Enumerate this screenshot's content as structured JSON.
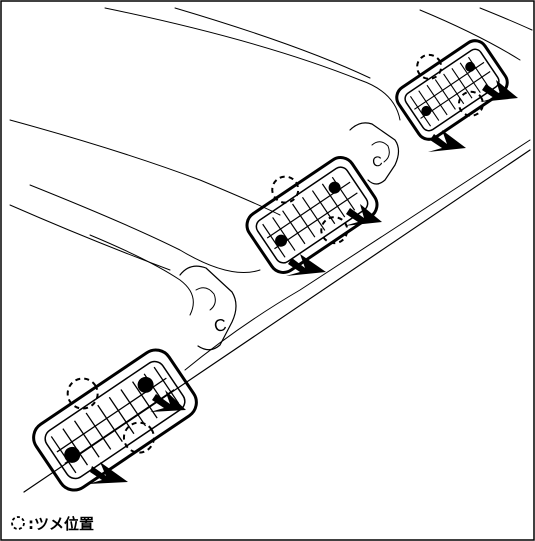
{
  "legend": {
    "text": ":ツメ位置",
    "symbol": "dashed-circle-icon"
  },
  "figure": {
    "part_markings": [
      "C",
      "C"
    ],
    "stroke_color": "#000000",
    "background_color": "#ffffff"
  }
}
